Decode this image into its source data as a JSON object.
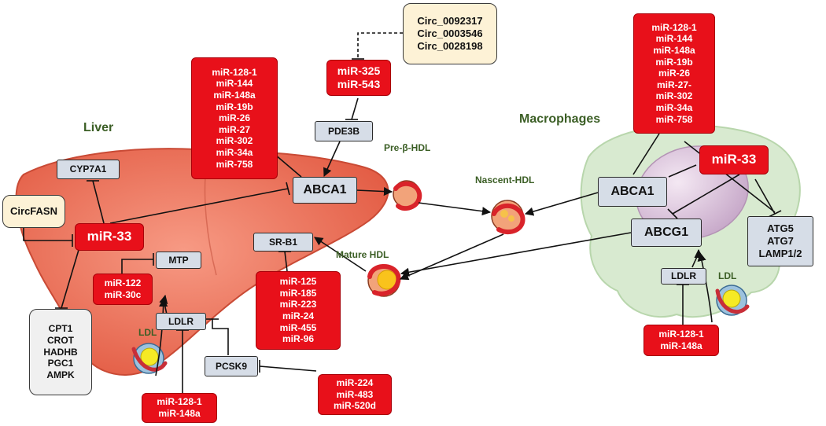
{
  "region_labels": {
    "liver": "Liver",
    "macrophages": "Macrophages"
  },
  "hdl_labels": {
    "pre_beta": "Pre-β-HDL",
    "nascent": "Nascent-HDL",
    "mature": "Mature HDL"
  },
  "ldl_labels": {
    "liver": "LDL",
    "macrophage": "LDL"
  },
  "circ_mir325": [
    "Circ_0092317",
    "Circ_0003546",
    "Circ_0028198"
  ],
  "mir325_group": [
    "miR-325",
    "miR-543"
  ],
  "pde3b": "PDE3B",
  "liver_abca1_mirs": [
    "miR-128-1",
    "miR-144",
    "miR-148a",
    "miR-19b",
    "miR-26",
    "miR-27",
    "miR-302",
    "miR-34a",
    "miR-758"
  ],
  "liver_abca1": "ABCA1",
  "cyp7a1": "CYP7A1",
  "circfasn": "CircFASN",
  "liver_mir33": "miR-33",
  "mir33_targets": [
    "CPT1",
    "CROT",
    "HADHB",
    "PGC1",
    "AMPK"
  ],
  "mtp": "MTP",
  "mtp_mirs": [
    "miR-122",
    "miR-30c"
  ],
  "liver_ldlr": "LDLR",
  "liver_ldlr_mirs": [
    "miR-128-1",
    "miR-148a"
  ],
  "pcsk9": "PCSK9",
  "pcsk9_mirs": [
    "miR-224",
    "miR-483",
    "miR-520d"
  ],
  "srb1": "SR-B1",
  "srb1_mirs": [
    "miR-125",
    "miR-185",
    "miR-223",
    "miR-24",
    "miR-455",
    "miR-96"
  ],
  "mac_abca1_mirs": [
    "miR-128-1",
    "miR-144",
    "miR-148a",
    "miR-19b",
    "miR-26",
    "miR-27-",
    "miR-302",
    "miR-34a",
    "miR-758"
  ],
  "mac_mir33": "miR-33",
  "mac_abca1": "ABCA1",
  "abcg1": "ABCG1",
  "autophagy": [
    "ATG5",
    "ATG7",
    "LAMP1/2"
  ],
  "mac_ldlr": "LDLR",
  "mac_ldlr_mirs": [
    "miR-128-1",
    "miR-148a"
  ],
  "colors": {
    "mirna_red": "#e8101a",
    "protein_box": "#d6dde7",
    "circ_box": "#fdf2d6",
    "label_green": "#3b5e25",
    "liver_fill": "#f07860",
    "macrophage_fill": "#d8ead0"
  }
}
